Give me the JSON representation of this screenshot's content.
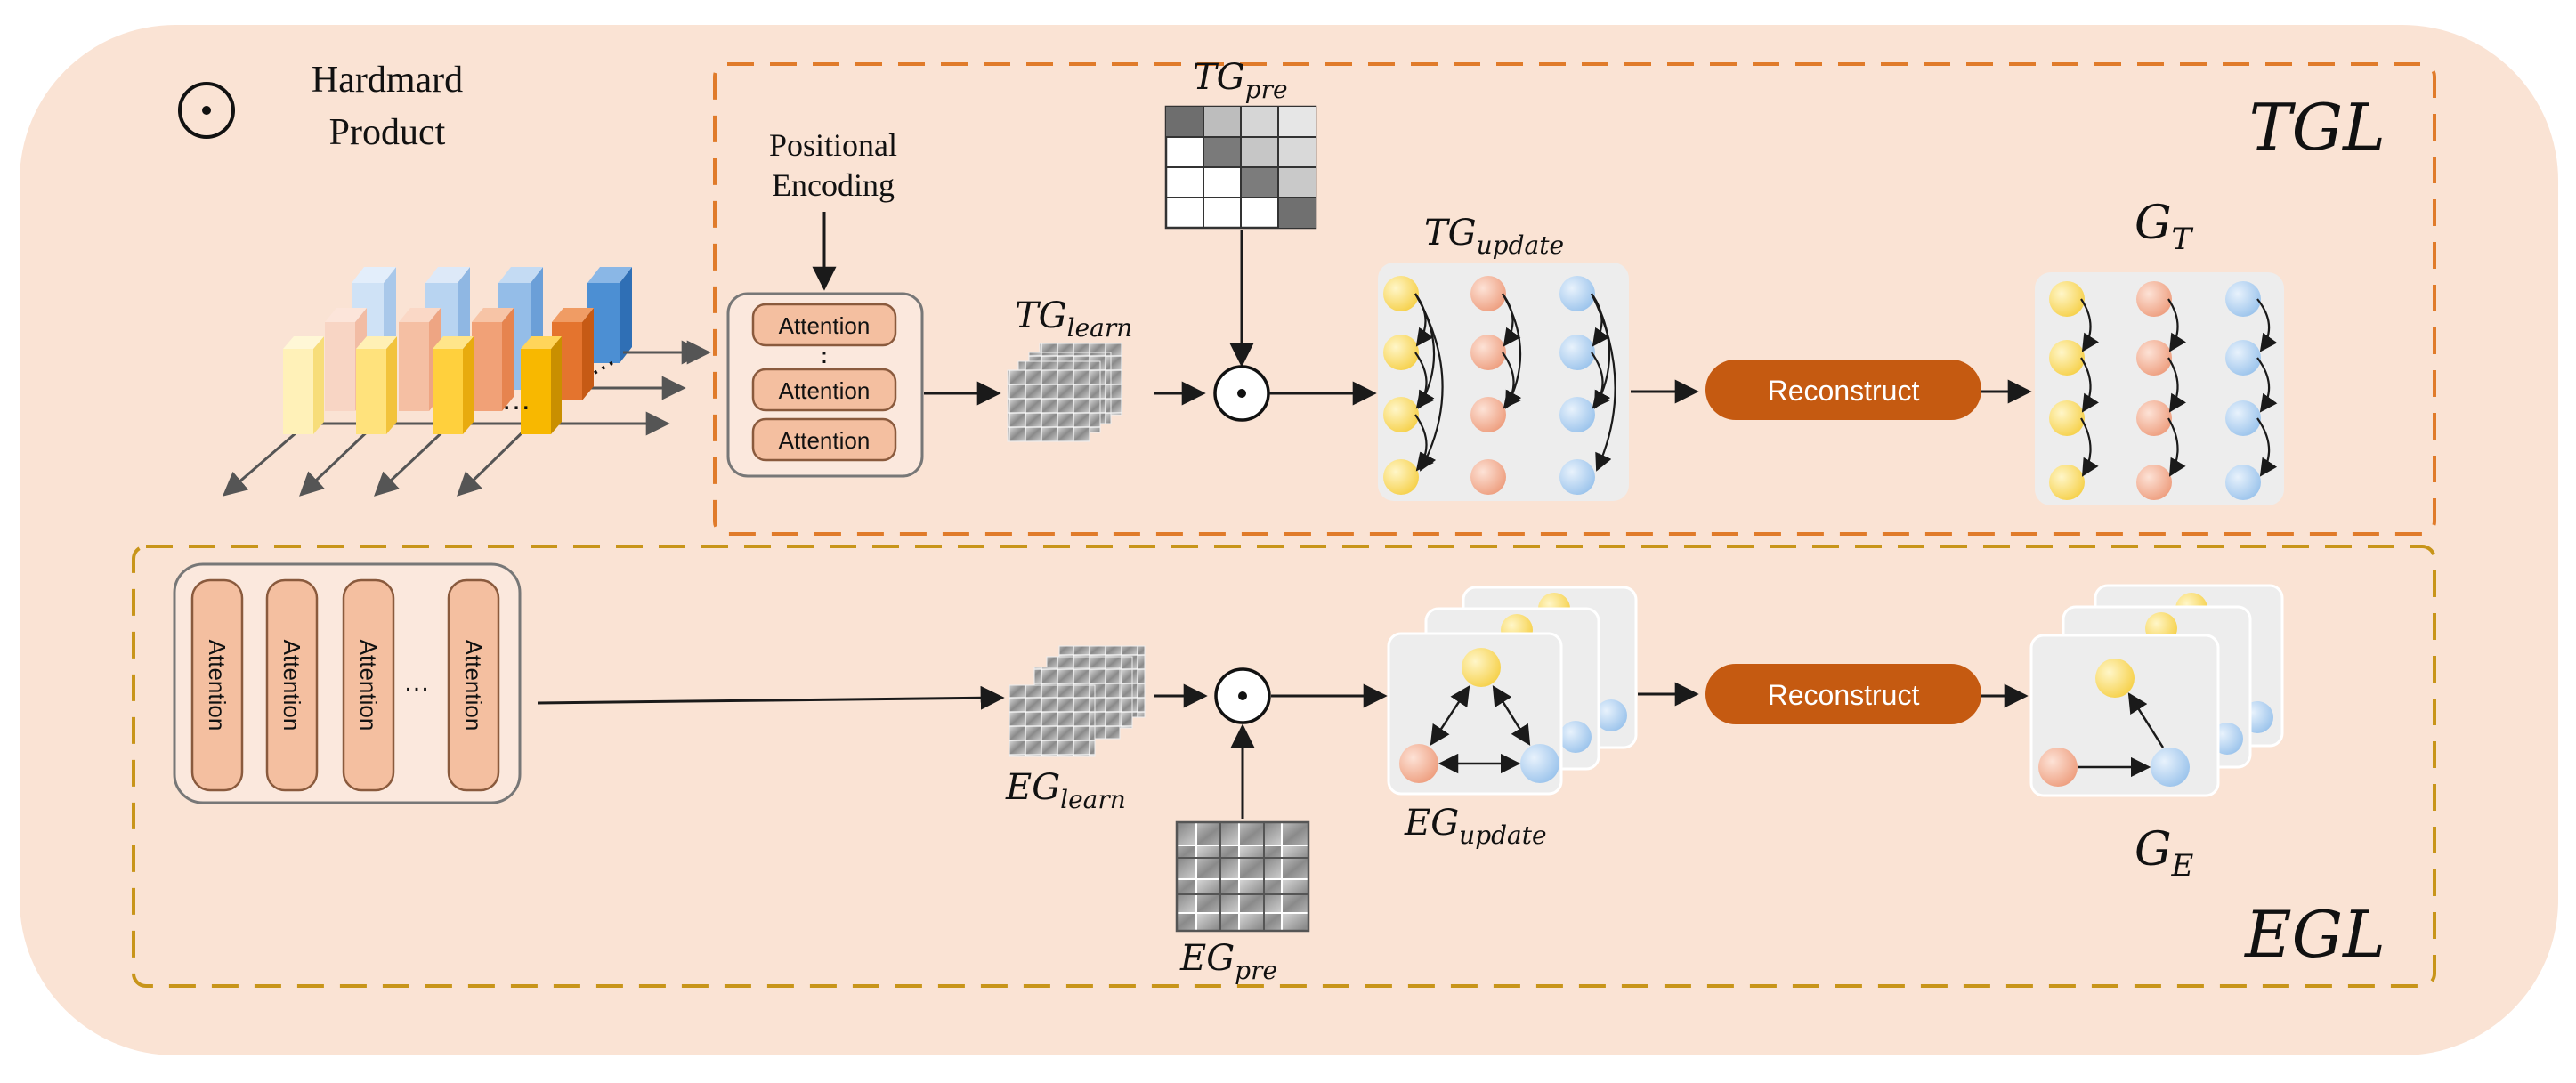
{
  "legend": {
    "symbol": "⊙",
    "line1": "Hardmard",
    "line2": "Product"
  },
  "tgl": {
    "section_label": "TGL",
    "positional_encoding_line1": "Positional",
    "positional_encoding_line2": "Encoding",
    "attention_labels": [
      "Attention",
      "Attention",
      "Attention"
    ],
    "vertical_dots": "⋮",
    "tg_learn": {
      "base": "TG",
      "sub": "learn"
    },
    "tg_pre": {
      "base": "TG",
      "sub": "pre"
    },
    "tg_update": {
      "base": "TG",
      "sub": "update"
    },
    "g_t": {
      "base": "G",
      "sub": "T"
    },
    "reconstruct_label": "Reconstruct",
    "input_dots": "…"
  },
  "egl": {
    "section_label": "EGL",
    "attention_labels": [
      "Attention",
      "Attention",
      "Attention",
      "Attention"
    ],
    "horizontal_dots": "…",
    "eg_learn": {
      "base": "EG",
      "sub": "learn"
    },
    "eg_pre": {
      "base": "EG",
      "sub": "pre"
    },
    "eg_update": {
      "base": "EG",
      "sub": "update"
    },
    "g_e": {
      "base": "G",
      "sub": "E"
    },
    "reconstruct_label": "Reconstruct"
  },
  "colors": {
    "background": "#fae3d4",
    "tgl_border": "#e07b2a",
    "egl_border": "#c8951a",
    "attention_fill": "#f4bfa0",
    "reconstruct_fill": "#c55a11",
    "node_yellow": "#fbe27a",
    "node_salmon": "#f4b39a",
    "node_blue": "#b8d6f3"
  }
}
